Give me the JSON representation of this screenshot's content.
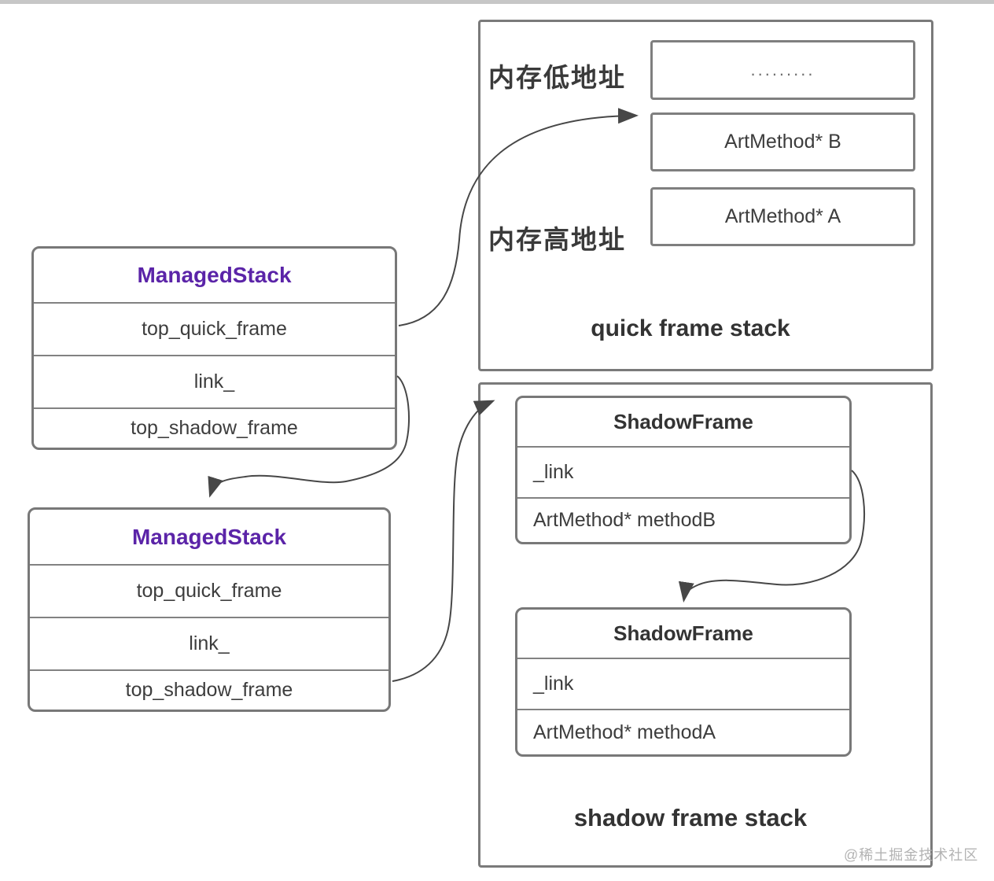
{
  "diagram": {
    "quick_stack": {
      "title": "quick frame stack",
      "low_label": "内存低地址",
      "high_label": "内存高地址",
      "dots_cell": ".........",
      "cell_b": "ArtMethod* B",
      "cell_a": "ArtMethod* A"
    },
    "managed_stack_1": {
      "title": "ManagedStack",
      "row1": "top_quick_frame",
      "row2": "link_",
      "row3": "top_shadow_frame"
    },
    "managed_stack_2": {
      "title": "ManagedStack",
      "row1": "top_quick_frame",
      "row2": "link_",
      "row3": "top_shadow_frame"
    },
    "shadow_stack": {
      "title": "shadow frame stack",
      "frame_1": {
        "title": "ShadowFrame",
        "row1": "_link",
        "row2": "ArtMethod* methodB"
      },
      "frame_2": {
        "title": "ShadowFrame",
        "row1": "_link",
        "row2": "ArtMethod* methodA"
      }
    },
    "watermark": "@稀土掘金技术社区",
    "colors": {
      "accent_purple": "#5b24a8",
      "line": "#474747",
      "border": "#7a7a7a",
      "text": "#3d3d3d"
    }
  }
}
